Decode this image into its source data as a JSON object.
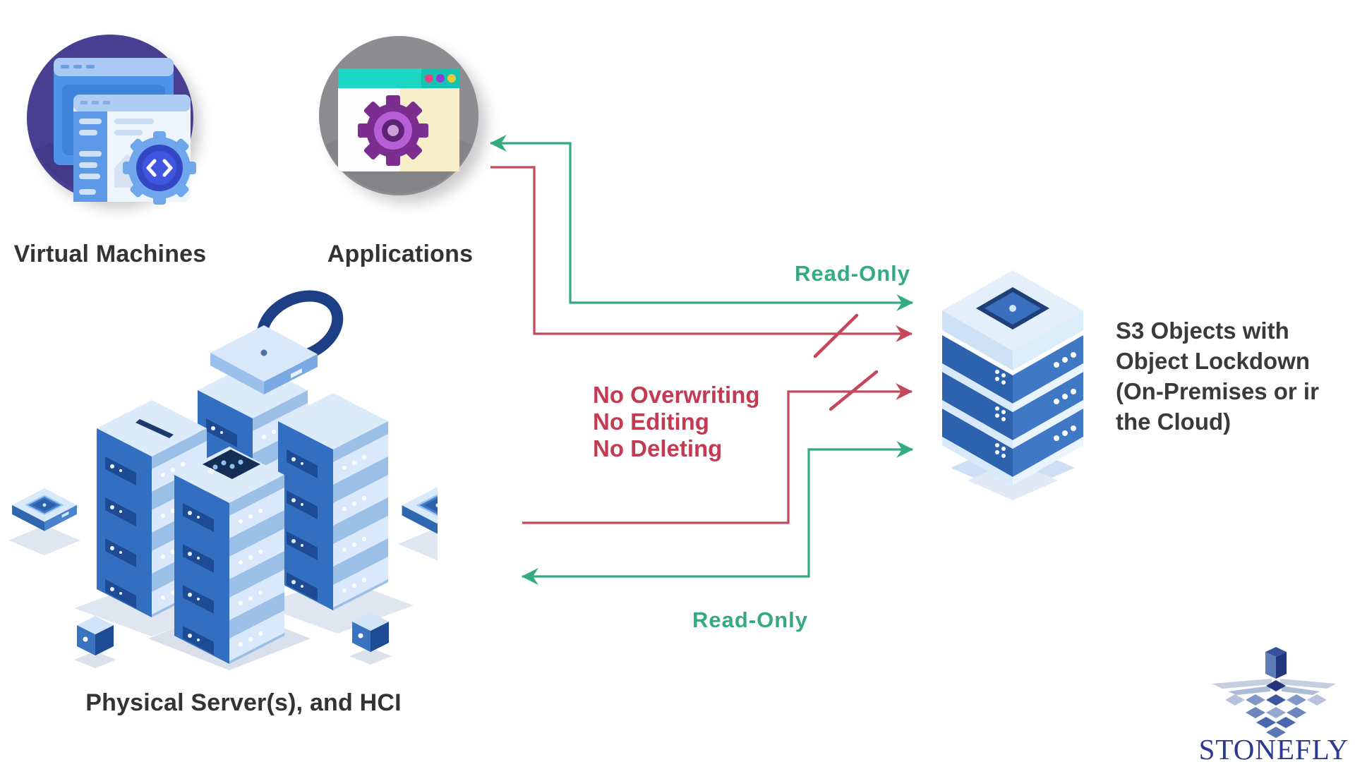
{
  "colors": {
    "background": "#ffffff",
    "green": "#33ab7e",
    "red": "#c23b52",
    "red_line": "#c5475a",
    "text_dark": "#333333",
    "navy": "#2b3990"
  },
  "nodes": {
    "virtual_machines": {
      "label": "Virtual Machines"
    },
    "applications": {
      "label": "Applications"
    },
    "physical_servers": {
      "label": "Physical Server(s), and HCI"
    },
    "s3": {
      "caption_lines": [
        "S3 Objects with",
        "Object Lockdown",
        "(On-Premises or ir",
        "the Cloud)"
      ]
    }
  },
  "arrows": {
    "read_only_top": {
      "label": "Read-Only",
      "style": "allowed"
    },
    "write_top": {
      "style": "blocked"
    },
    "write_bottom": {
      "style": "blocked"
    },
    "read_only_bottom": {
      "label": "Read-Only",
      "style": "allowed"
    }
  },
  "restrictions": {
    "lines": [
      "No Overwriting",
      "No Editing",
      "No Deleting"
    ]
  },
  "logo": {
    "wordmark": "STONEFLY"
  },
  "icons": {
    "virtual_machines": "vm-windows-gear-icon",
    "applications": "app-window-gear-icon",
    "physical_servers": "isometric-server-towers-lock-icon",
    "s3": "isometric-storage-stack-icon",
    "logo_mark": "stonefly-cube-pyramid-icon"
  }
}
